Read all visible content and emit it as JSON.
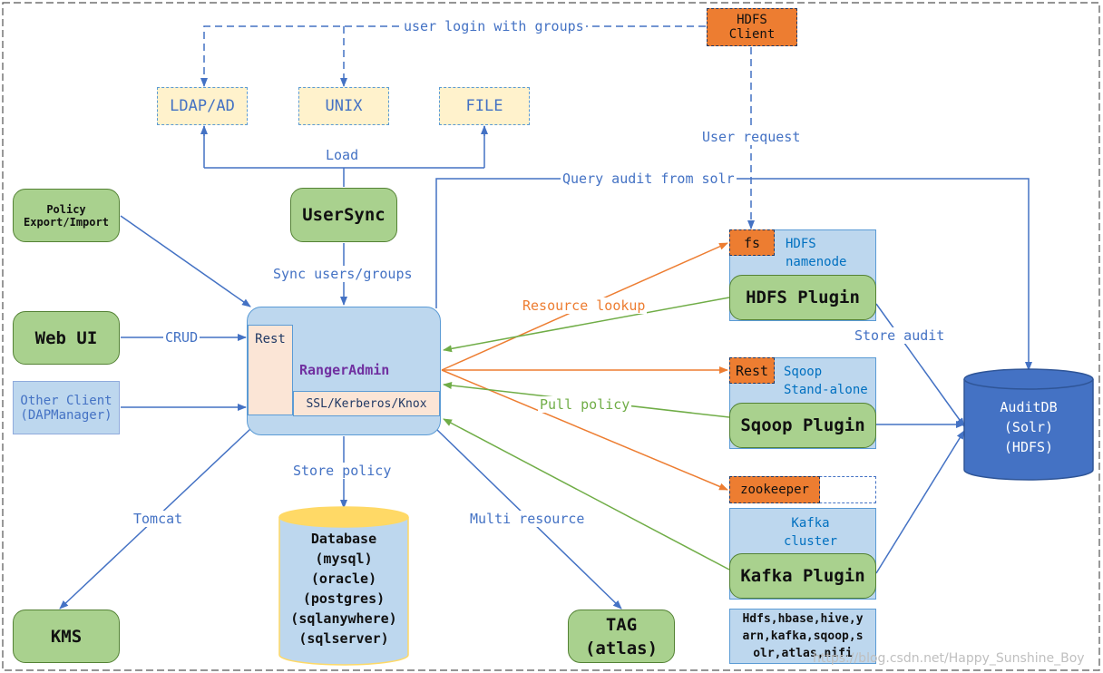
{
  "top_label": "user login with groups",
  "hdfs_client": "HDFS\nClient",
  "sources": {
    "ldap": "LDAP/AD",
    "unix": "UNIX",
    "file": "FILE"
  },
  "load_label": "Load",
  "user_request_label": "User request",
  "query_audit_label": "Query audit from solr",
  "usersync": "UserSync",
  "policy_box": "Policy\nExport/Import",
  "webui": "Web UI",
  "other_client": "Other Client\n(DAPManager)",
  "crud_label": "CRUD",
  "sync_label": "Sync users/groups",
  "ranger": {
    "rest": "Rest",
    "title": "RangerAdmin",
    "ssl": "SSL/Kerberos/Knox"
  },
  "resource_lookup_label": "Resource lookup",
  "pull_policy_label": "Pull policy",
  "store_policy_label": "Store policy",
  "tomcat_label": "Tomcat",
  "multi_resource_label": "Multi resource",
  "store_audit_label": "Store audit",
  "database": "Database\n(mysql)\n(oracle)\n(postgres)\n(sqlanywhere)\n(sqlserver)",
  "kms": "KMS",
  "tag": "TAG\n(atlas)",
  "hdfs": {
    "tag": "fs",
    "title": "HDFS\nnamenode",
    "plugin": "HDFS Plugin"
  },
  "sqoop": {
    "tag": "Rest",
    "title": "Sqoop\nStand-alone",
    "plugin": "Sqoop Plugin"
  },
  "zookeeper": "zookeeper",
  "kafka": {
    "title": "Kafka\ncluster",
    "plugin": "Kafka Plugin"
  },
  "services_list": "Hdfs,hbase,hive,y\narn,kafka,sqoop,s\nolr,atlas,nifi",
  "auditdb": "AuditDB\n(Solr)\n(HDFS)",
  "watermark": "https://blog.csdn.net/Happy_Sunshine_Boy",
  "colors": {
    "blue_line": "#4472c4",
    "orange_line": "#ed7d31",
    "green_line": "#70ad47",
    "purple_text": "#7030a0"
  }
}
